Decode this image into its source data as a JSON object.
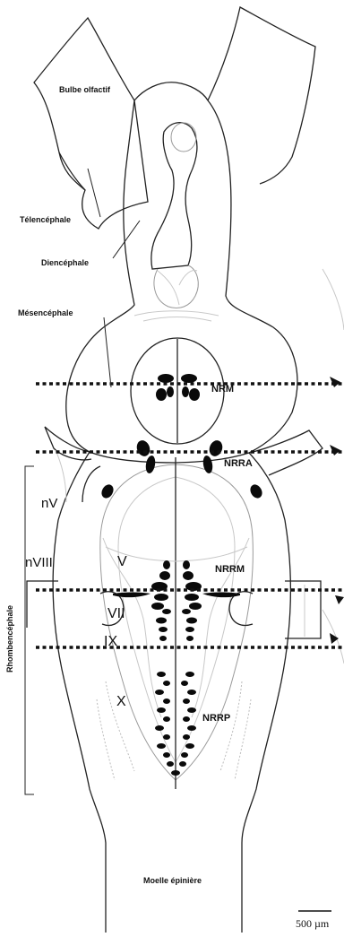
{
  "labels": {
    "bulbe": "Bulbe olfactif",
    "telencephale": "Télencéphale",
    "diencephale": "Diencéphale",
    "mesencephale": "Mésencéphale",
    "nrm": "NRM",
    "nrra": "NRRA",
    "nv": "nV",
    "nviii": "nVIII",
    "v": "V",
    "nrrm": "NRRM",
    "vii": "VII",
    "ix": "IX",
    "x": "X",
    "nrrp": "NRRP",
    "rhombencephale": "Rhombencéphale",
    "moelle": "Moelle épinière",
    "scale": "500 µm"
  },
  "colors": {
    "ink": "#111111",
    "grey_structure": "#9a9a9a"
  }
}
